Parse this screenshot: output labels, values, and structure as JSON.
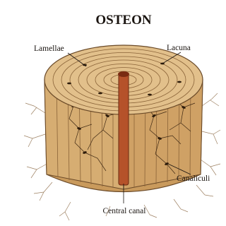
{
  "diagram": {
    "title": "OSTEON",
    "labels": {
      "lamellae": "Lamellae",
      "lacuna": "Lacuna",
      "canaliculi": "Canaliculi",
      "central_canal": "Central canal"
    }
  },
  "colors": {
    "bone_top": "#e2c08b",
    "bone_side": "#c99a5c",
    "bone_cut": "#d6ad72",
    "line": "#6b4a28",
    "canal": "#b5522a",
    "background": "#ffffff"
  }
}
